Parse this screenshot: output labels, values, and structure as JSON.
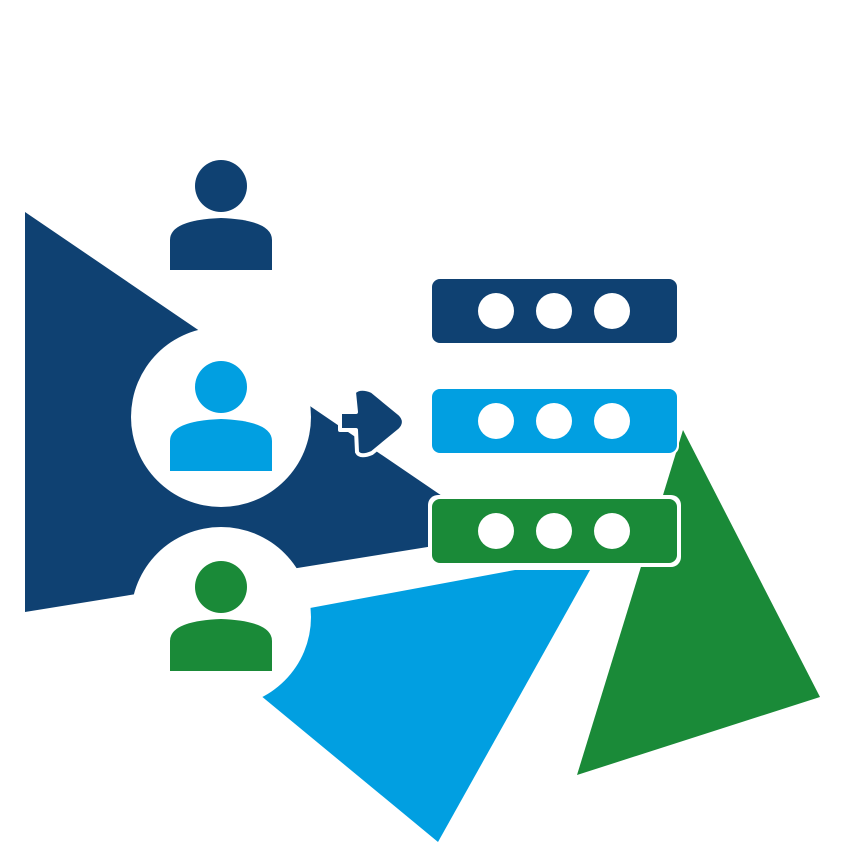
{
  "illustration": {
    "colors": {
      "dark_blue": "#0F4172",
      "light_blue": "#019FE1",
      "green": "#1A8A38",
      "background": "#FFFFFF"
    },
    "icons": {
      "users": [
        "person-icon",
        "person-icon",
        "person-icon"
      ],
      "records": [
        "password-field-icon",
        "password-field-icon",
        "password-field-icon"
      ],
      "connector": "arrow-right-icon"
    },
    "users": [
      {
        "id": "user-dark",
        "color": "#0F4172"
      },
      {
        "id": "user-light",
        "color": "#019FE1"
      },
      {
        "id": "user-green",
        "color": "#1A8A38"
      }
    ],
    "records": [
      {
        "id": "record-dark",
        "color": "#0F4172",
        "dots": 3
      },
      {
        "id": "record-light",
        "color": "#019FE1",
        "dots": 3
      },
      {
        "id": "record-green",
        "color": "#1A8A38",
        "dots": 3
      }
    ]
  }
}
